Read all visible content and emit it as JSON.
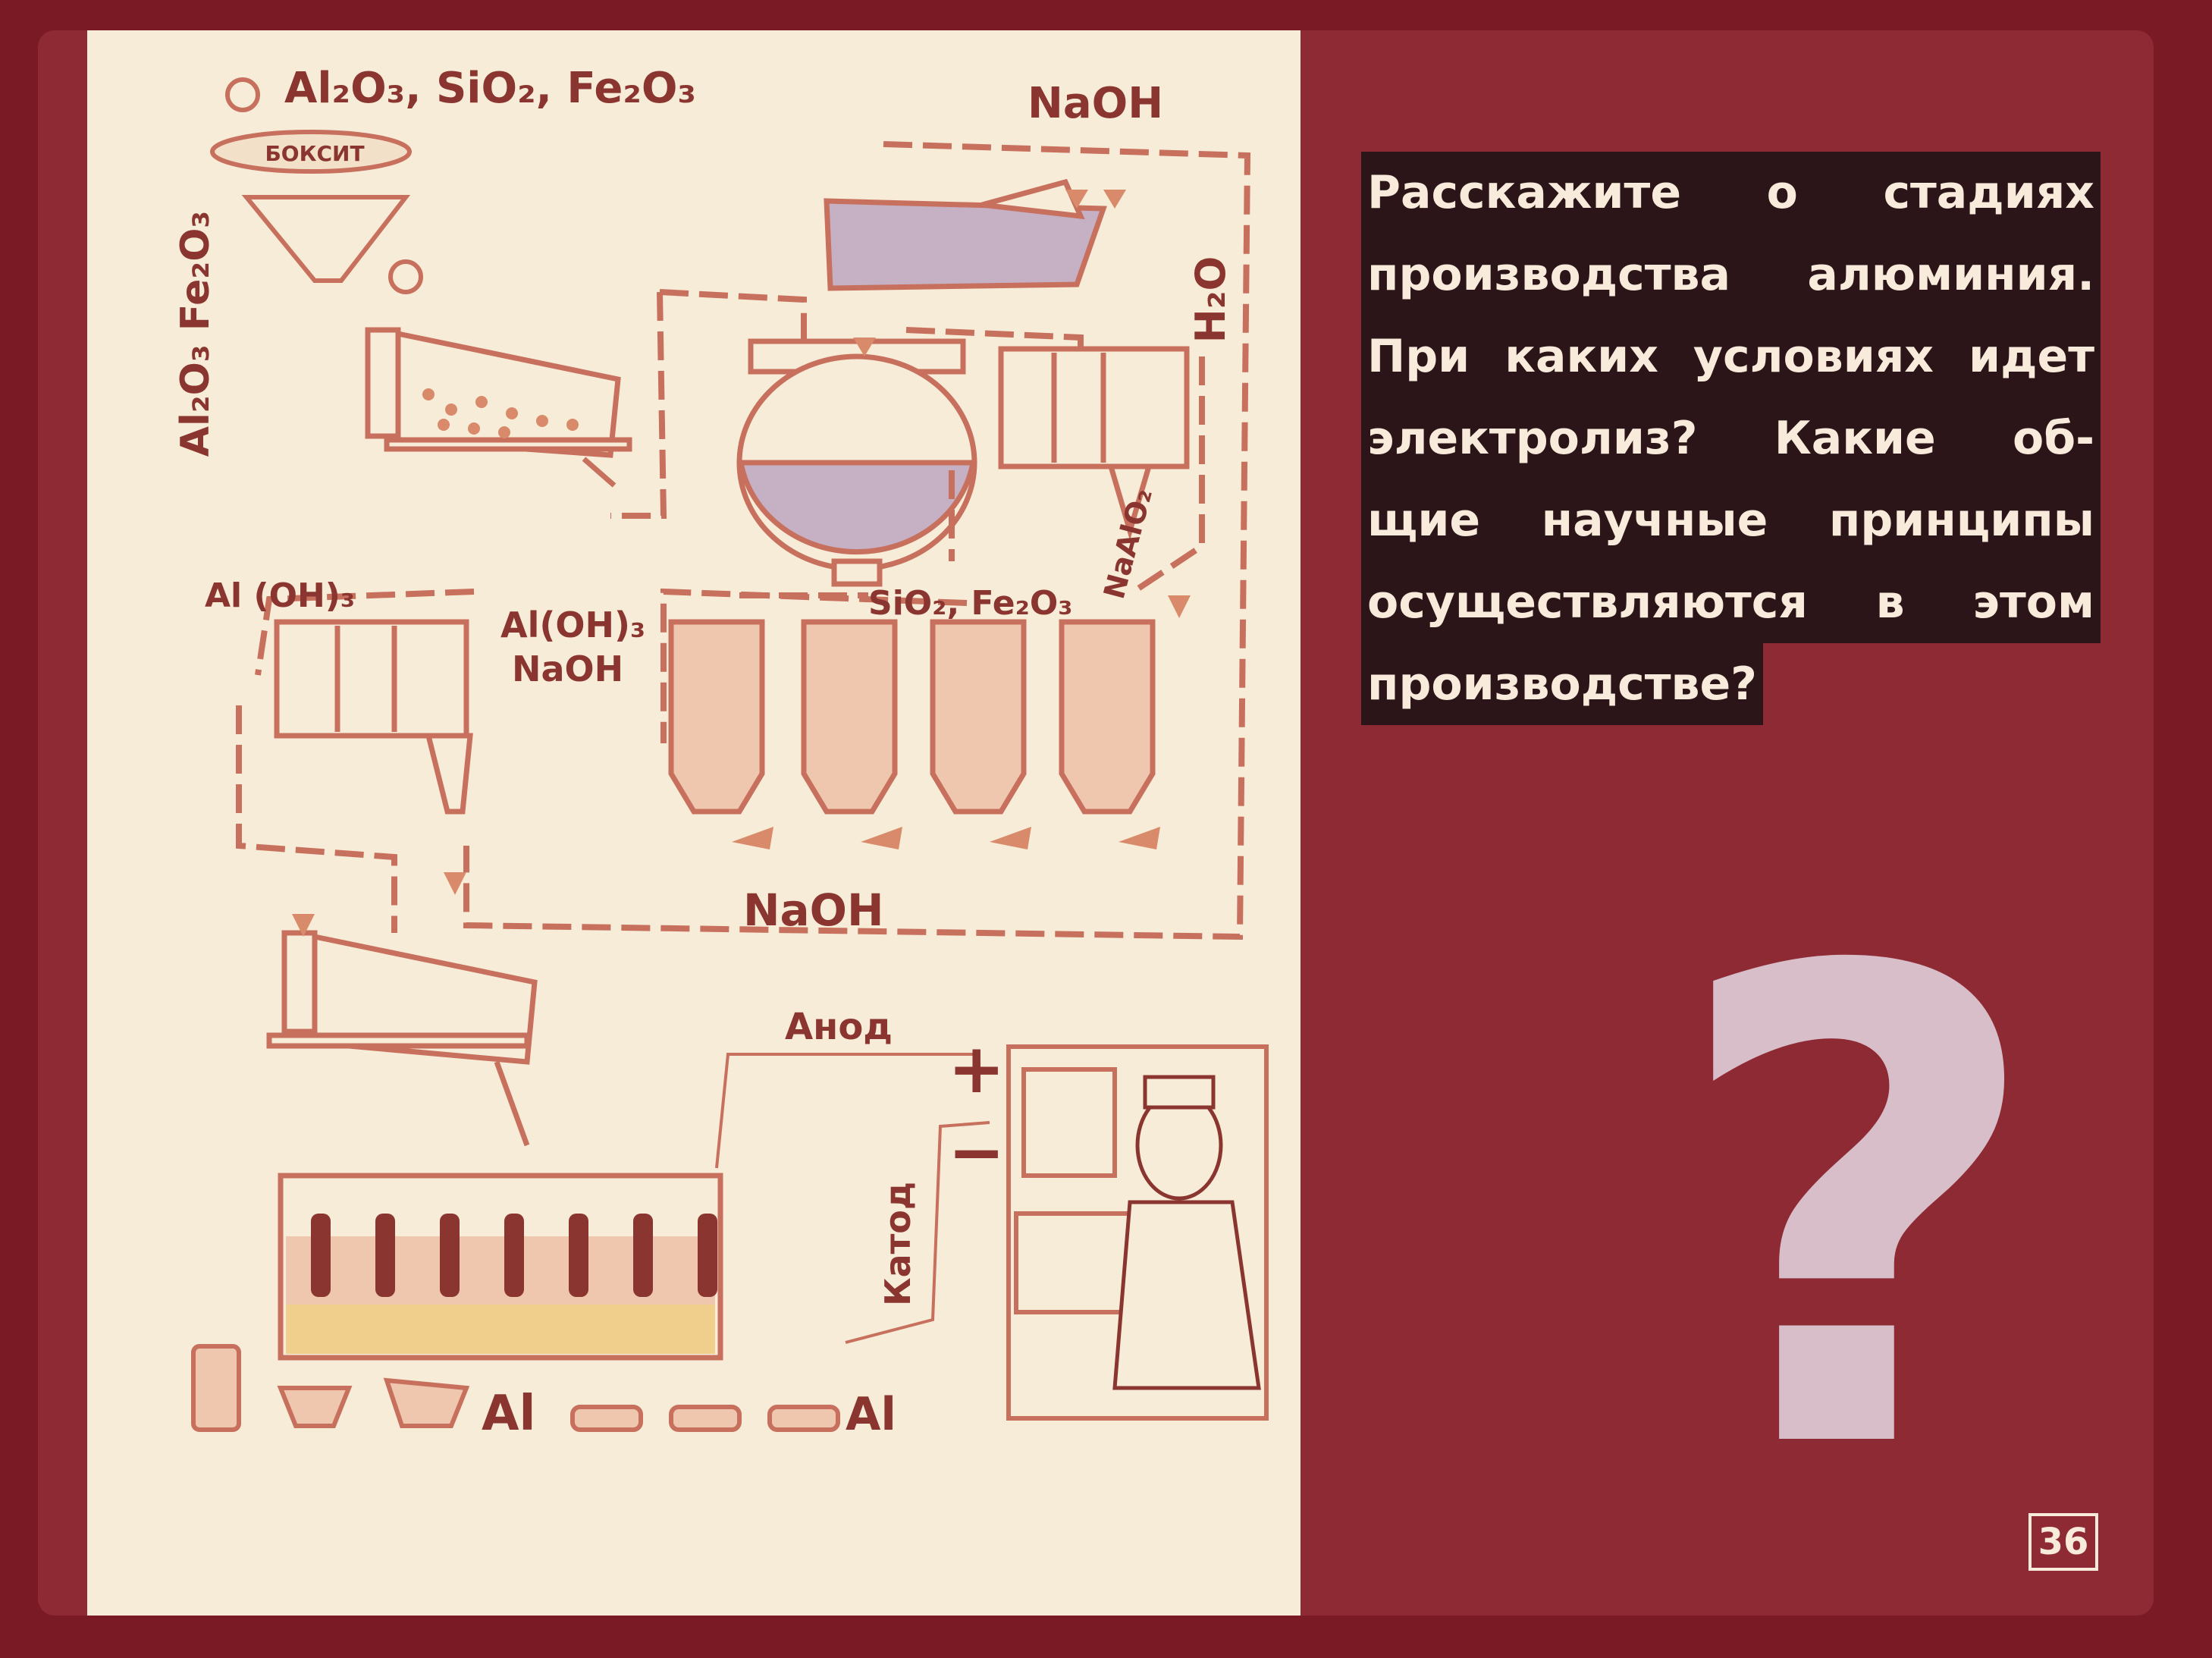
{
  "colors": {
    "background": "#7a1a24",
    "frame": "#8e2a34",
    "panel": "#f7ecd7",
    "diagram_lines": "#c8705e",
    "diagram_text": "#8a3530",
    "liquid_purple": "#c6b0c4",
    "liquid_peach": "#efc7ae",
    "question_mark": "#d8bec9",
    "text_on_dark": "#f8ebdb"
  },
  "diagram": {
    "formula_top": "Al₂O₃, SiO₂, Fe₂O₃",
    "ore_label": "БОКСИТ",
    "side_formula": "Al₂O₃ Fe₂O₃",
    "naoh_top": "NaOH",
    "water": "H₂O",
    "aluminate": "NaAlO₂",
    "hydroxide_out": "Al (OH)₃",
    "hydroxide_mix_1": "Al(OH)₃",
    "hydroxide_mix_2": "NaOH",
    "residue": "SiO₂, Fe₂O₃",
    "naoh_bottom": "NaOH",
    "anode": "Анод",
    "cathode": "Катод",
    "plus_sign": "+",
    "minus_sign": "−",
    "product_1": "Al",
    "product_2": "Al"
  },
  "question": {
    "lines": [
      "Расскажите о стадиях",
      "производства алюминия.",
      "При каких условиях идет",
      "электролиз? Какие об-",
      "щие научные принципы",
      "осуществляются в этом",
      "производстве?"
    ],
    "mark": "?"
  },
  "slide_number": "36"
}
